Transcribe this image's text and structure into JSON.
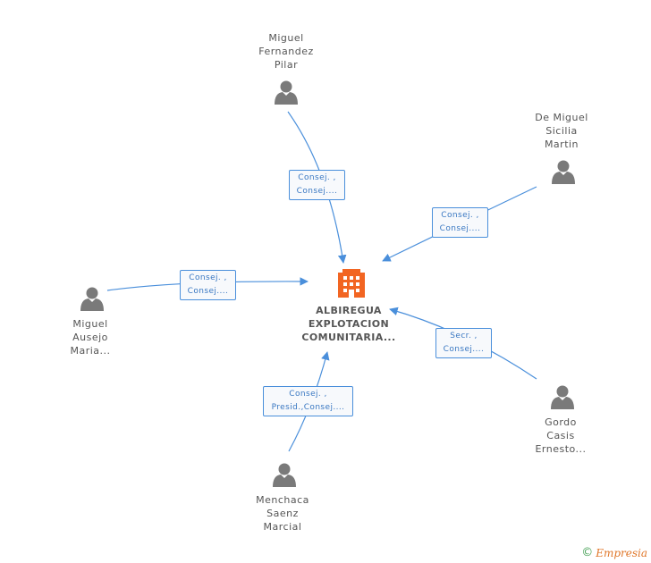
{
  "company": {
    "name_lines": [
      "ALBIREGUA",
      "EXPLOTACION",
      "COMUNITARIA..."
    ],
    "icon": "building-icon",
    "color": "#f26522"
  },
  "people": [
    {
      "id": "miguel-fernandez-pilar",
      "name_lines": [
        "Miguel",
        "Fernandez",
        "Pilar"
      ],
      "role_lines": [
        "Consej. ,",
        "Consej...."
      ]
    },
    {
      "id": "de-miguel-sicilia-martin",
      "name_lines": [
        "De Miguel",
        "Sicilia",
        "Martin"
      ],
      "role_lines": [
        "Consej. ,",
        "Consej...."
      ]
    },
    {
      "id": "miguel-ausejo-maria",
      "name_lines": [
        "Miguel",
        "Ausejo",
        "Maria..."
      ],
      "role_lines": [
        "Consej. ,",
        "Consej...."
      ]
    },
    {
      "id": "gordo-casis-ernesto",
      "name_lines": [
        "Gordo",
        "Casis",
        "Ernesto..."
      ],
      "role_lines": [
        "Secr. ,",
        "Consej...."
      ]
    },
    {
      "id": "menchaca-saenz-marcial",
      "name_lines": [
        "Menchaca",
        "Saenz",
        "Marcial"
      ],
      "role_lines": [
        "Consej. ,",
        "Presid.,Consej...."
      ]
    }
  ],
  "brand": {
    "copyright": "©",
    "name": "Empresia"
  },
  "colors": {
    "edge": "#4a8fdb",
    "person": "#7a7a7a",
    "company": "#f26522"
  }
}
